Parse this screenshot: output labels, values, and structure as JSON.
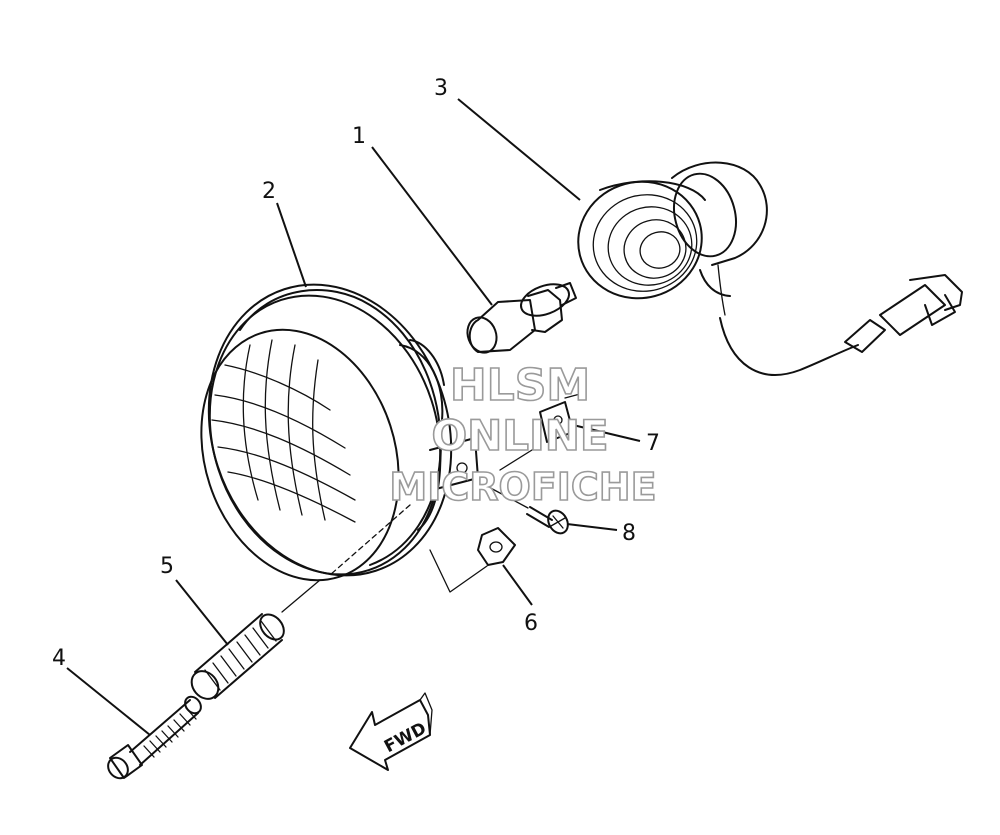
{
  "callouts": [
    {
      "id": "1",
      "part": "bulb"
    },
    {
      "id": "2",
      "part": "headlight-unit"
    },
    {
      "id": "3",
      "part": "socket-cord"
    },
    {
      "id": "4",
      "part": "adjusting-screw"
    },
    {
      "id": "5",
      "part": "spring"
    },
    {
      "id": "6",
      "part": "nut"
    },
    {
      "id": "7",
      "part": "bracket-plate"
    },
    {
      "id": "8",
      "part": "screw"
    }
  ],
  "watermark": {
    "line1": "HLSM",
    "line2": "ONLINE",
    "line3": "MICROFICHE"
  },
  "direction_arrow": {
    "label": "FWD"
  }
}
